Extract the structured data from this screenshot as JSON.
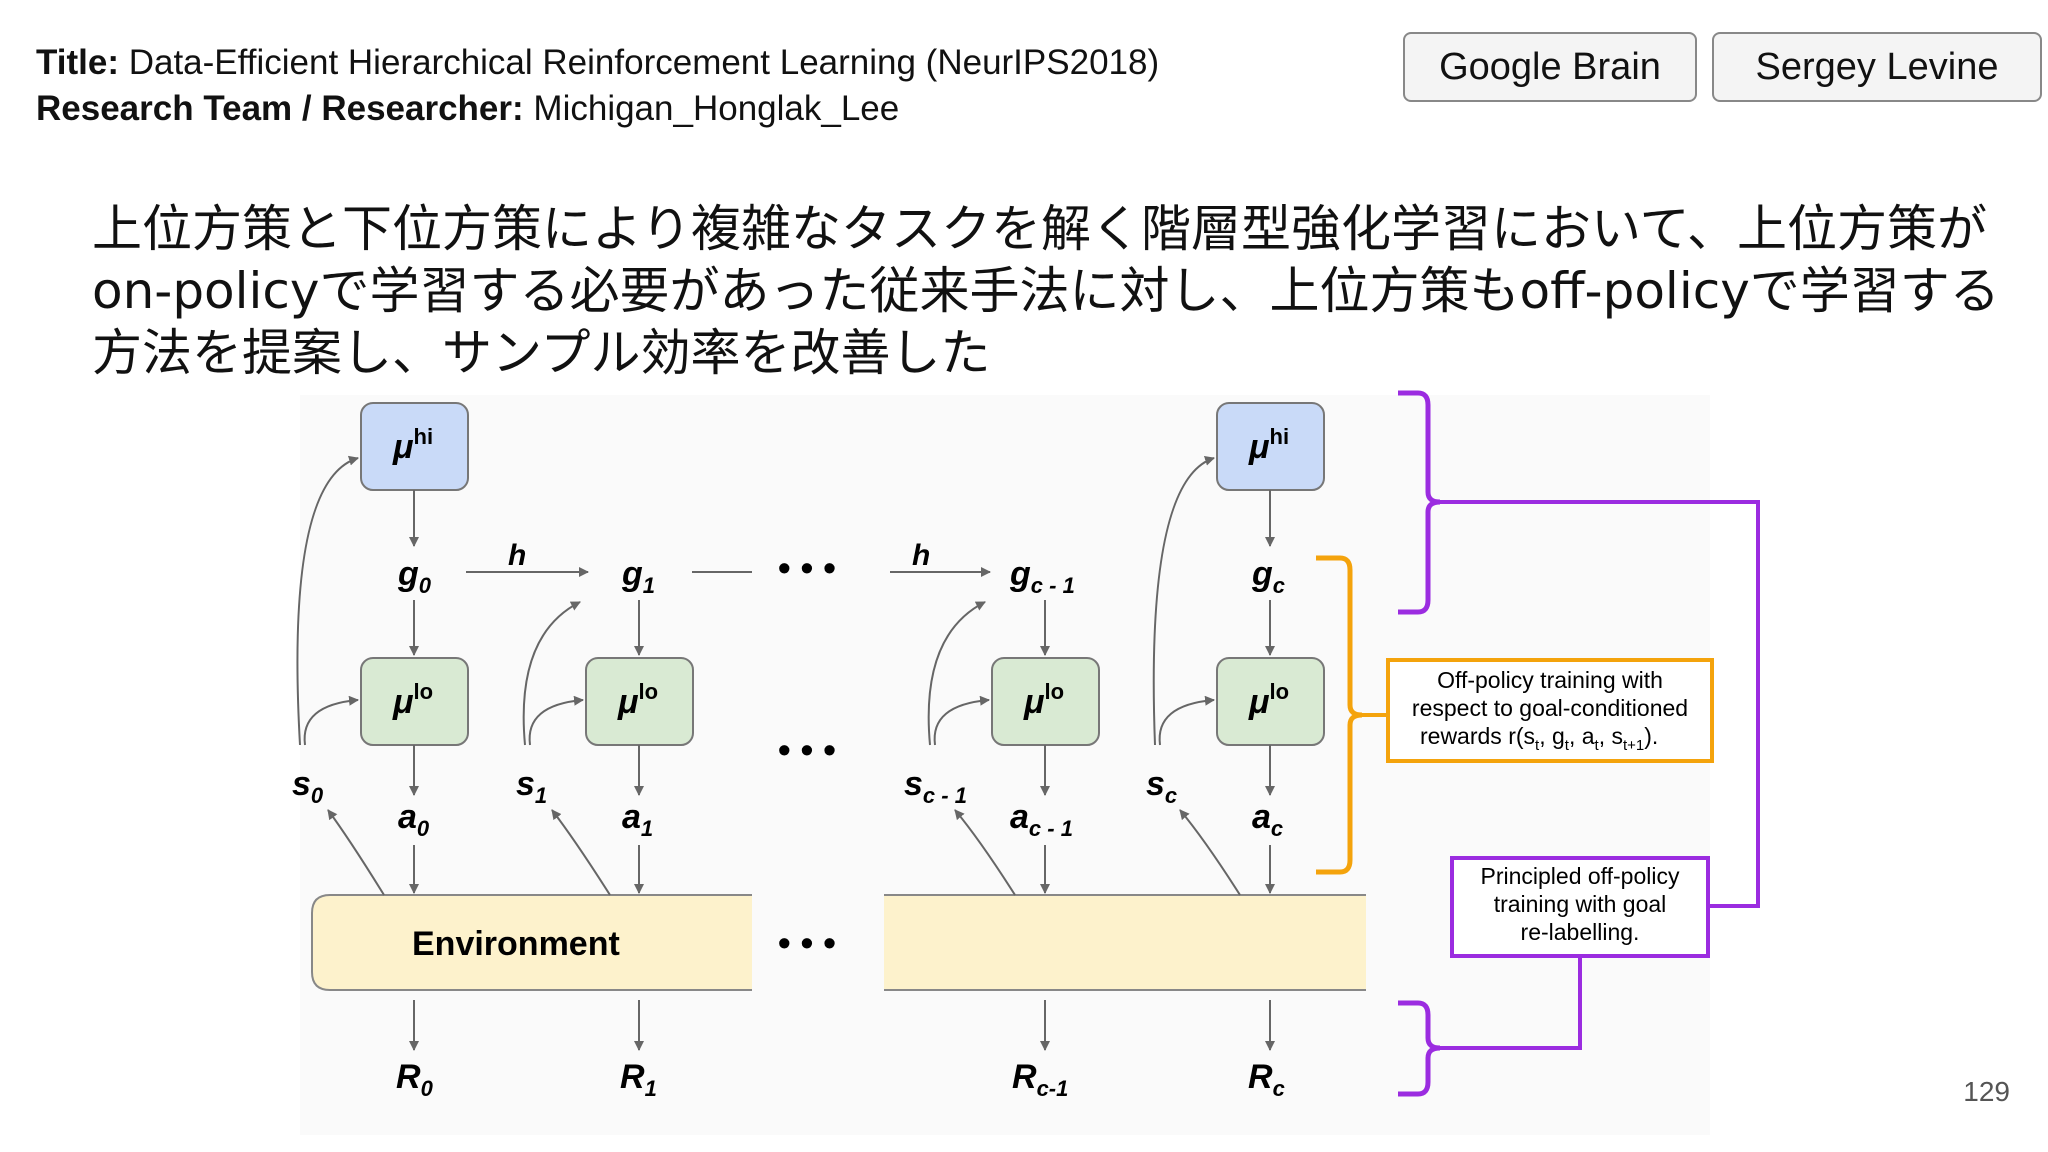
{
  "header": {
    "title_label": "Title:",
    "title_value": "Data-Efficient Hierarchical Reinforcement Learning (NeurIPS2018)",
    "team_label": "Research Team / Researcher:",
    "team_value": "Michigan_Honglak_Lee"
  },
  "tags": [
    "Google Brain",
    "Sergey Levine"
  ],
  "summary": "上位方策と下位方策により複雑なタスクを解く階層型強化学習において、上位方策がon-policyで学習する必要があった従来手法に対し、上位方策もoff-policyで学習する方法を提案し、サンプル効率を改善した",
  "diagram": {
    "mu": "μ",
    "hi": "hi",
    "lo": "lo",
    "g": "g",
    "s": "s",
    "a": "a",
    "R": "R",
    "h": "h",
    "sub0": "0",
    "sub1": "1",
    "subc1": "c - 1",
    "subc": "c",
    "subRc1": "c-1",
    "environment": "Environment",
    "dots": "• • •",
    "off_policy_box": {
      "line1": "Off-policy training with",
      "line2": "respect to goal-conditioned",
      "line3_prefix": "rewards r(s",
      "t": "t",
      "sep": ", g",
      "sep2": ", a",
      "sep3": ", s",
      "t1": "t+1",
      "end": ")."
    },
    "principled_box": {
      "line1": "Principled off-policy",
      "line2": "training with goal",
      "line3": "re-labelling."
    },
    "colors": {
      "hi_fill": "#c9daf8",
      "lo_fill": "#d9ead3",
      "env_fill": "#fdf2cc",
      "orange": "#f4a30c",
      "purple": "#9b2ce0"
    }
  },
  "page_number": "129"
}
